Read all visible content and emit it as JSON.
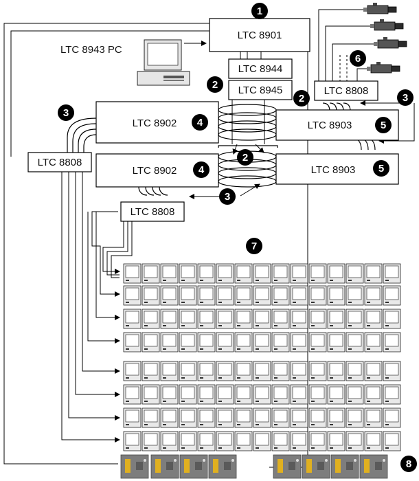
{
  "boxes": {
    "ltc8901": "LTC 8901",
    "ltc8944": "LTC 8944",
    "ltc8945": "LTC 8945",
    "ltc8902_top": "LTC 8902",
    "ltc8902_bottom": "LTC 8902",
    "ltc8903_top": "LTC 8903",
    "ltc8903_bottom": "LTC 8903",
    "ltc8808_top_right": "LTC 8808",
    "ltc8808_left": "LTC 8808",
    "ltc8808_center": "LTC 8808"
  },
  "pc_label": "LTC 8943 PC",
  "badges": {
    "b1": "1",
    "b2a": "2",
    "b2b": "2",
    "b2c": "2",
    "b3a": "3",
    "b3b": "3",
    "b3c": "3",
    "b4a": "4",
    "b4b": "4",
    "b5a": "5",
    "b5b": "5",
    "b6": "6",
    "b7": "7",
    "b8": "8"
  },
  "icons": {
    "camera": "camera-icon",
    "monitor": "monitor-icon",
    "keyboard": "keyboard-icon",
    "pc": "computer-icon"
  },
  "colors": {
    "line": "#000000",
    "badge": "#000000",
    "keyboard_body": "#7a7a7a",
    "keyboard_key": "#e0b020"
  }
}
